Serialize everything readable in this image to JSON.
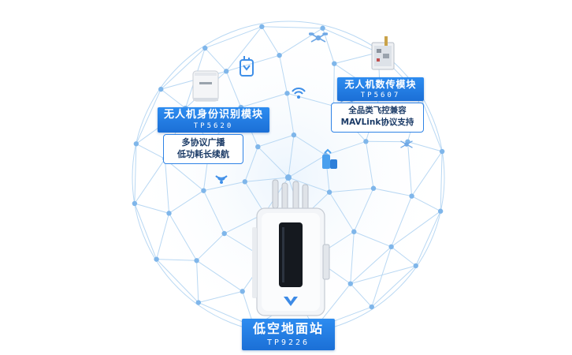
{
  "modules": {
    "id_module": {
      "title": "无人机身份识别模块",
      "code": "TP5620",
      "features": [
        "多协议广播",
        "低功耗长续航"
      ]
    },
    "datalink_module": {
      "title": "无人机数传模块",
      "code": "TP5607",
      "features": [
        "全品类飞控兼容",
        "MAVLink协议支持"
      ]
    },
    "ground_station": {
      "title": "低空地面站",
      "code": "TP9226"
    }
  },
  "colors": {
    "accent": "#1f78e0",
    "network": "#b9d8f3",
    "node": "#7fb6ea",
    "text_dark": "#1a3a66"
  },
  "icons": [
    "phone-signal-icon",
    "wifi-signal-icon",
    "drone-icon",
    "tower-icon",
    "signal-icon"
  ]
}
